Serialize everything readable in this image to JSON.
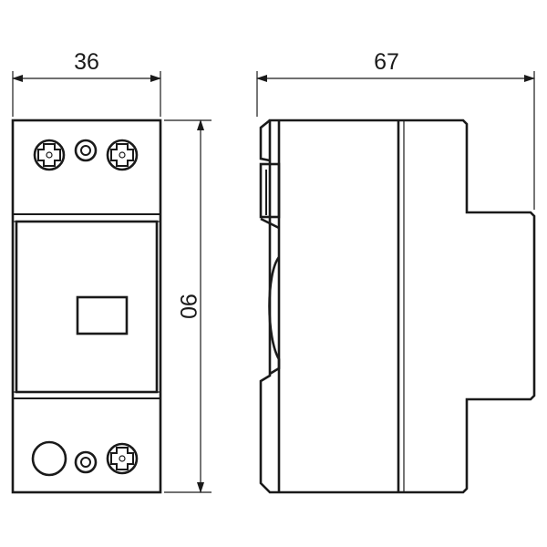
{
  "dimensions": {
    "front_width": "36",
    "side_depth": "67",
    "height": "90"
  },
  "colors": {
    "line": "#1a1a1a",
    "background": "#ffffff"
  },
  "icons": [
    "screw-terminal-icon",
    "indicator-icon",
    "button-icon",
    "din-rail-clip-icon"
  ]
}
